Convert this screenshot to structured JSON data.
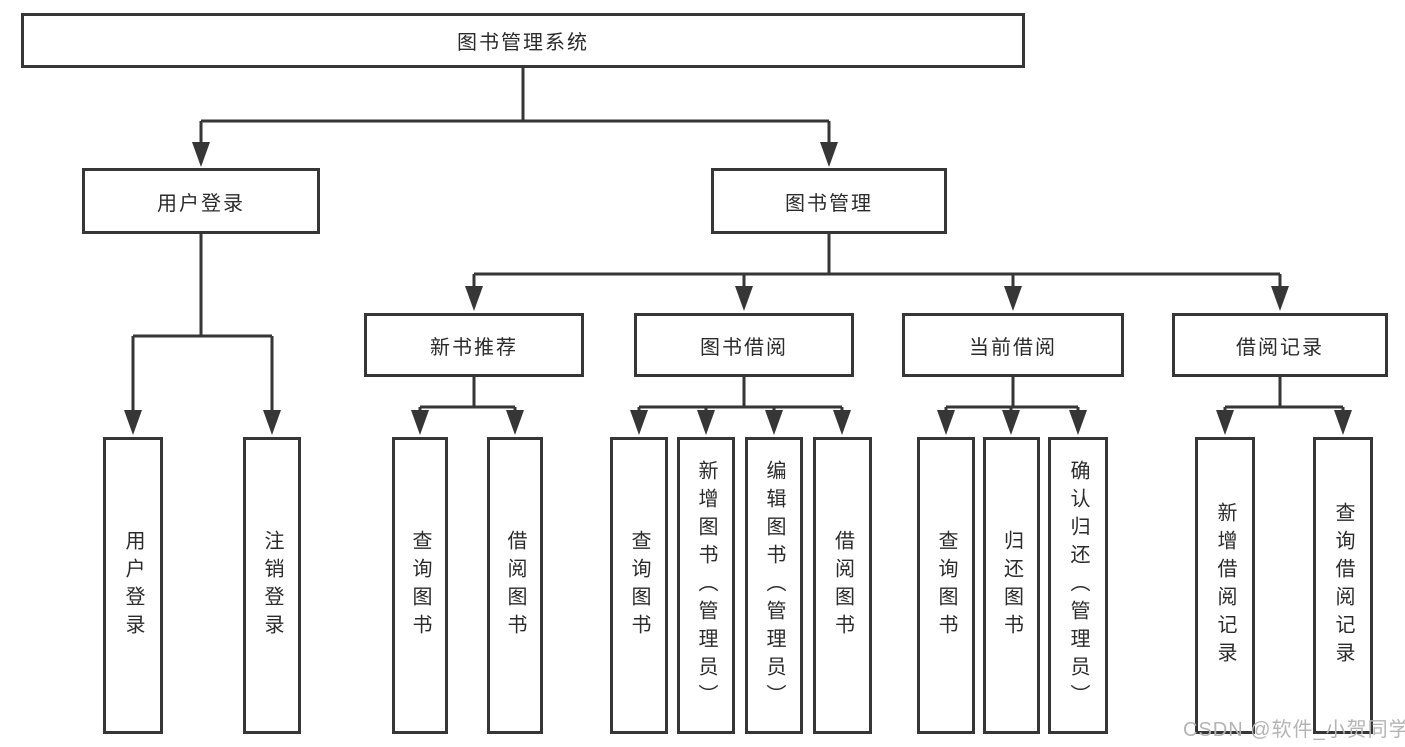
{
  "diagram": {
    "root": {
      "label": "图书管理系统"
    },
    "branches": [
      {
        "label": "用户登录",
        "children": [
          "用户登录",
          "注销登录"
        ]
      },
      {
        "label": "图书管理",
        "children": [
          {
            "label": "新书推荐",
            "children": [
              "查询图书",
              "借阅图书"
            ]
          },
          {
            "label": "图书借阅",
            "children": [
              "查询图书",
              "新增图书（管理员）",
              "编辑图书（管理员）",
              "借阅图书"
            ]
          },
          {
            "label": "当前借阅",
            "children": [
              "查询图书",
              "归还图书",
              "确认归还（管理员）"
            ]
          },
          {
            "label": "借阅记录",
            "children": [
              "新增借阅记录",
              "查询借阅记录"
            ]
          }
        ]
      }
    ]
  },
  "watermark": {
    "text": "CSDN @软件_小贺同学"
  },
  "colors": {
    "line": "#363636",
    "box_border": "#363636",
    "box_background": "#ffffff",
    "text": "#2b2b2b",
    "watermark": "#b4b4b4"
  }
}
